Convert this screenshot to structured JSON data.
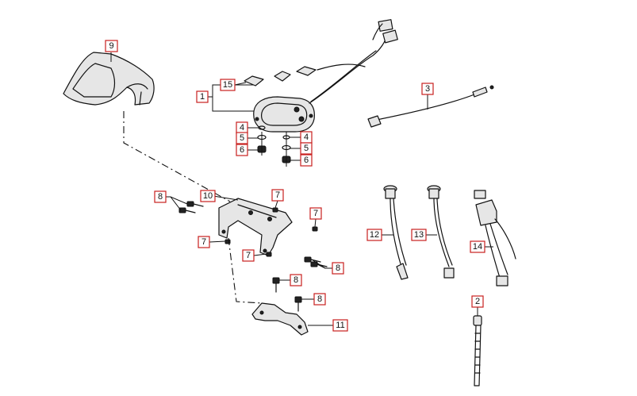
{
  "callouts": [
    {
      "id": "c1",
      "text": "1"
    },
    {
      "id": "c2",
      "text": "2"
    },
    {
      "id": "c3",
      "text": "3"
    },
    {
      "id": "c4a",
      "text": "4"
    },
    {
      "id": "c4b",
      "text": "4"
    },
    {
      "id": "c5a",
      "text": "5"
    },
    {
      "id": "c5b",
      "text": "5"
    },
    {
      "id": "c6a",
      "text": "6"
    },
    {
      "id": "c6b",
      "text": "6"
    },
    {
      "id": "c7a",
      "text": "7"
    },
    {
      "id": "c7b",
      "text": "7"
    },
    {
      "id": "c7c",
      "text": "7"
    },
    {
      "id": "c7d",
      "text": "7"
    },
    {
      "id": "c8a",
      "text": "8"
    },
    {
      "id": "c8b",
      "text": "8"
    },
    {
      "id": "c8c",
      "text": "8"
    },
    {
      "id": "c8d",
      "text": "8"
    },
    {
      "id": "c9",
      "text": "9"
    },
    {
      "id": "c10",
      "text": "10"
    },
    {
      "id": "c11",
      "text": "11"
    },
    {
      "id": "c12",
      "text": "12"
    },
    {
      "id": "c13",
      "text": "13"
    },
    {
      "id": "c14",
      "text": "14"
    },
    {
      "id": "c15",
      "text": "15"
    }
  ]
}
